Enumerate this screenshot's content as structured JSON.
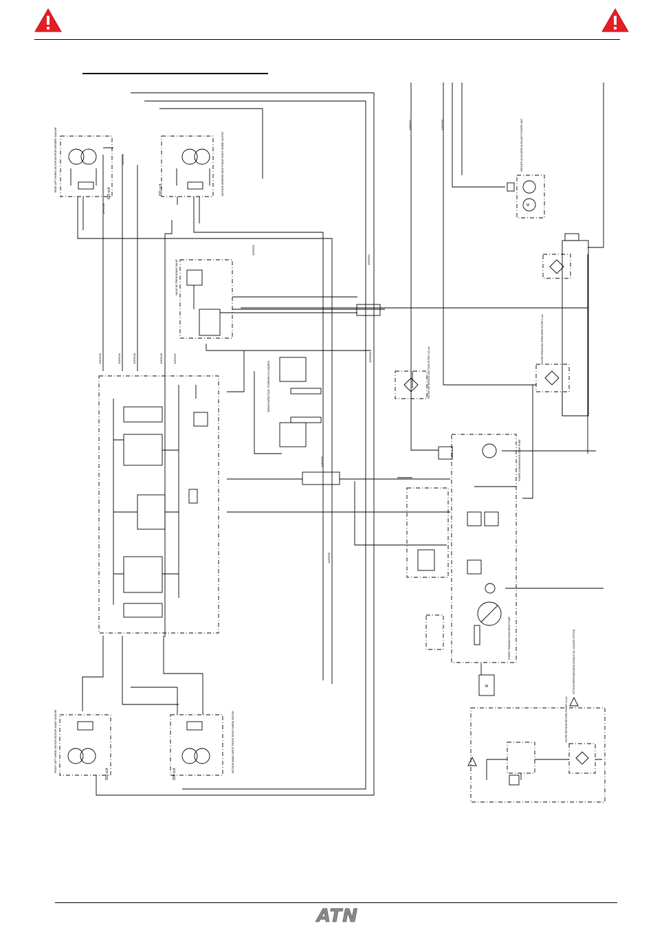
{
  "header": {
    "left_icon": "warning-triangle-icon",
    "right_icon": "warning-triangle-icon",
    "accent_color": "#e31e24"
  },
  "footer": {
    "logo_text": "ATN"
  },
  "diagram": {
    "labels": {
      "motor_rear_left": "REAR LEFT WHEEL MOTOR\nMOTEUR ARRIERE GAUCHE",
      "motor_rear_right": "MOTEUR ARRIERE DROIT\nREAR RIGHT WHEEL MOTOR",
      "motor_front_left": "FRONT LEFT WHEEL MOTOR\nMOTEUR AVANT GAUCHE",
      "motor_front_right": "MOTEUR AVANT DROIT\nFRONT RIGHT WHEEL MOTOR",
      "cc_rl": "820 cc/t",
      "cc_rr": "820 cc/t",
      "cc_fl": "820 cc/t",
      "cc_fr": "820 cc/t",
      "brake_valve": "VALVE DE FREIN\nBRAKE VALVE",
      "aux_unit": "GROUPE AUXILIAIRE\nAUXILIARY POWER UNIT",
      "return_filter": "FILTRE RETOUR\nRETURN FILTER\n10 µm",
      "suction_filter": "FILTRE ASPIRATION\nSUCTION FILTER\n125 µm",
      "pressure_filter": "FILTRE PRESSION\nPRESSURE FILTER\n6 µm",
      "drive_pump": "POMPE TRANSMISSION\nDRIVE PUMP",
      "gear_pump": "POMPE A ENGRENAGE\nGEAR PUMP",
      "steering": "VERINS DIRECTION / STEERING CYLINDERS",
      "engine": "M",
      "option": "OPTION REFROIDISSEUR D'HUILE\nOIL COOLER OPTION",
      "hose_codes": [
        "10P0543",
        "10P0544",
        "10P0545",
        "10P0546",
        "10P0547",
        "10P0548",
        "10P0550",
        "10P0551",
        "10P0552",
        "10P0553",
        "10P0555",
        "10P0556",
        "10P0557",
        "10P0559"
      ]
    }
  }
}
